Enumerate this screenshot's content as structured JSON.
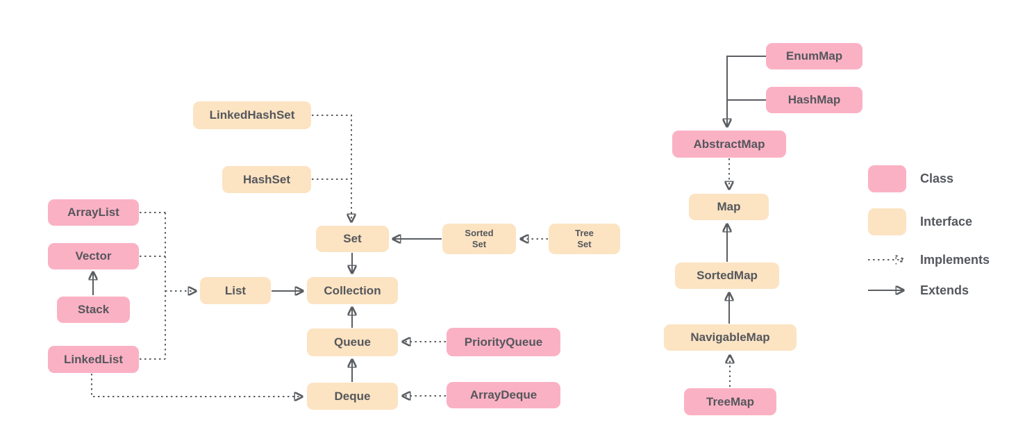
{
  "colors": {
    "class_fill": "#fbb1c4",
    "interface_fill": "#fce3c2",
    "line": "#5a5d61",
    "text": "#54575c",
    "background": "#ffffff"
  },
  "nodes": {
    "linkedhashset": {
      "label": "LinkedHashSet",
      "type": "interface"
    },
    "hashset": {
      "label": "HashSet",
      "type": "interface"
    },
    "arraylist": {
      "label": "ArrayList",
      "type": "class"
    },
    "vector": {
      "label": "Vector",
      "type": "class"
    },
    "stack": {
      "label": "Stack",
      "type": "class"
    },
    "linkedlist": {
      "label": "LinkedList",
      "type": "class"
    },
    "set": {
      "label": "Set",
      "type": "interface"
    },
    "sortedset": {
      "label": "Sorted\nSet",
      "type": "interface"
    },
    "treeset": {
      "label": "Tree\nSet",
      "type": "interface"
    },
    "list": {
      "label": "List",
      "type": "interface"
    },
    "collection": {
      "label": "Collection",
      "type": "interface"
    },
    "queue": {
      "label": "Queue",
      "type": "interface"
    },
    "priorityqueue": {
      "label": "PriorityQueue",
      "type": "class"
    },
    "deque": {
      "label": "Deque",
      "type": "interface"
    },
    "arraydeque": {
      "label": "ArrayDeque",
      "type": "class"
    },
    "enummap": {
      "label": "EnumMap",
      "type": "class"
    },
    "hashmap": {
      "label": "HashMap",
      "type": "class"
    },
    "abstractmap": {
      "label": "AbstractMap",
      "type": "class"
    },
    "map": {
      "label": "Map",
      "type": "interface"
    },
    "sortedmap": {
      "label": "SortedMap",
      "type": "interface"
    },
    "navigablemap": {
      "label": "NavigableMap",
      "type": "interface"
    },
    "treemap": {
      "label": "TreeMap",
      "type": "class"
    }
  },
  "edges": [
    {
      "from": "LinkedHashSet",
      "to": "Set",
      "relation": "implements"
    },
    {
      "from": "HashSet",
      "to": "Set",
      "relation": "implements"
    },
    {
      "from": "ArrayList",
      "to": "List",
      "relation": "implements"
    },
    {
      "from": "Vector",
      "to": "List",
      "relation": "implements"
    },
    {
      "from": "LinkedList",
      "to": "List",
      "relation": "implements"
    },
    {
      "from": "LinkedList",
      "to": "Deque",
      "relation": "implements"
    },
    {
      "from": "Stack",
      "to": "Vector",
      "relation": "extends"
    },
    {
      "from": "Set",
      "to": "Collection",
      "relation": "extends"
    },
    {
      "from": "List",
      "to": "Collection",
      "relation": "extends"
    },
    {
      "from": "Queue",
      "to": "Collection",
      "relation": "extends"
    },
    {
      "from": "Deque",
      "to": "Queue",
      "relation": "extends"
    },
    {
      "from": "Sorted Set",
      "to": "Set",
      "relation": "extends"
    },
    {
      "from": "Tree Set",
      "to": "Sorted Set",
      "relation": "implements"
    },
    {
      "from": "PriorityQueue",
      "to": "Queue",
      "relation": "implements"
    },
    {
      "from": "ArrayDeque",
      "to": "Deque",
      "relation": "implements"
    },
    {
      "from": "EnumMap",
      "to": "AbstractMap",
      "relation": "extends"
    },
    {
      "from": "HashMap",
      "to": "AbstractMap",
      "relation": "extends"
    },
    {
      "from": "AbstractMap",
      "to": "Map",
      "relation": "implements"
    },
    {
      "from": "SortedMap",
      "to": "Map",
      "relation": "extends"
    },
    {
      "from": "NavigableMap",
      "to": "SortedMap",
      "relation": "extends"
    },
    {
      "from": "TreeMap",
      "to": "NavigableMap",
      "relation": "implements"
    }
  ],
  "legend": {
    "items": [
      {
        "label": "Class",
        "marker": "class-swatch",
        "color": "#fbb1c4"
      },
      {
        "label": "Interface",
        "marker": "interface-swatch",
        "color": "#fce3c2"
      },
      {
        "label": "Implements",
        "marker": "dotted-arrow"
      },
      {
        "label": "Extends",
        "marker": "solid-arrow"
      }
    ]
  }
}
